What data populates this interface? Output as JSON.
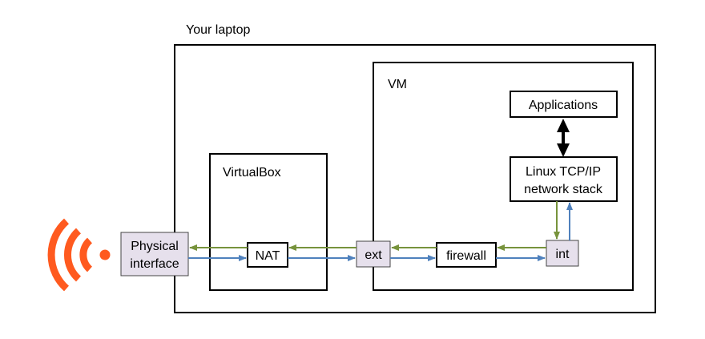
{
  "labels": {
    "laptop": "Your laptop",
    "vm": "VM",
    "virtualbox": "VirtualBox",
    "applications": "Applications",
    "stack_line1": "Linux TCP/IP",
    "stack_line2": "network stack",
    "physical_line1": "Physical",
    "physical_line2": "interface",
    "nat": "NAT",
    "ext": "ext",
    "firewall": "firewall",
    "int": "int"
  },
  "icons": {
    "wireless": "wifi-signal-icon"
  },
  "colors": {
    "interface_fill": "#e6e0ec",
    "outbound_arrow": "#77933c",
    "inbound_arrow": "#4f81bd",
    "wifi": "#ff5a1f",
    "app_arrow": "#000000"
  }
}
